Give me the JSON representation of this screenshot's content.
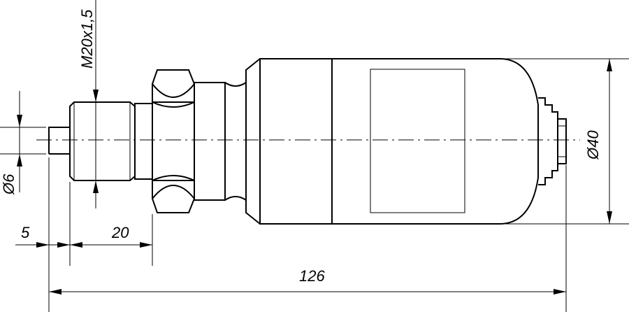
{
  "dimensions": {
    "thread": "M20x1,5",
    "pin_diameter": "Ø6",
    "body_diameter": "Ø40",
    "pin_length": "5",
    "thread_length": "20",
    "overall_length": "126"
  }
}
